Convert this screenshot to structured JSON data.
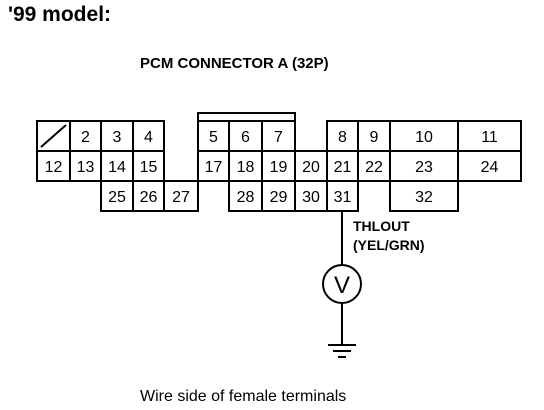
{
  "title": "'99 model:",
  "connector": {
    "name": "PCM CONNECTOR A (32P)",
    "pins": [
      {
        "label": ""
      },
      {
        "label": "2"
      },
      {
        "label": "3"
      },
      {
        "label": "4"
      },
      {
        "label": "5"
      },
      {
        "label": "6"
      },
      {
        "label": "7"
      },
      {
        "label": "8"
      },
      {
        "label": "9"
      },
      {
        "label": "10"
      },
      {
        "label": "11"
      },
      {
        "label": "12"
      },
      {
        "label": "13"
      },
      {
        "label": "14"
      },
      {
        "label": "15"
      },
      {
        "label": "17"
      },
      {
        "label": "18"
      },
      {
        "label": "19"
      },
      {
        "label": "20"
      },
      {
        "label": "21"
      },
      {
        "label": "22"
      },
      {
        "label": "23"
      },
      {
        "label": "24"
      },
      {
        "label": "25"
      },
      {
        "label": "26"
      },
      {
        "label": "27"
      },
      {
        "label": "28"
      },
      {
        "label": "29"
      },
      {
        "label": "30"
      },
      {
        "label": "31"
      },
      {
        "label": "32"
      }
    ]
  },
  "wire": {
    "name": "THLOUT",
    "color": "(YEL/GRN)"
  },
  "meter_symbol": "V",
  "caption": "Wire side of female terminals"
}
